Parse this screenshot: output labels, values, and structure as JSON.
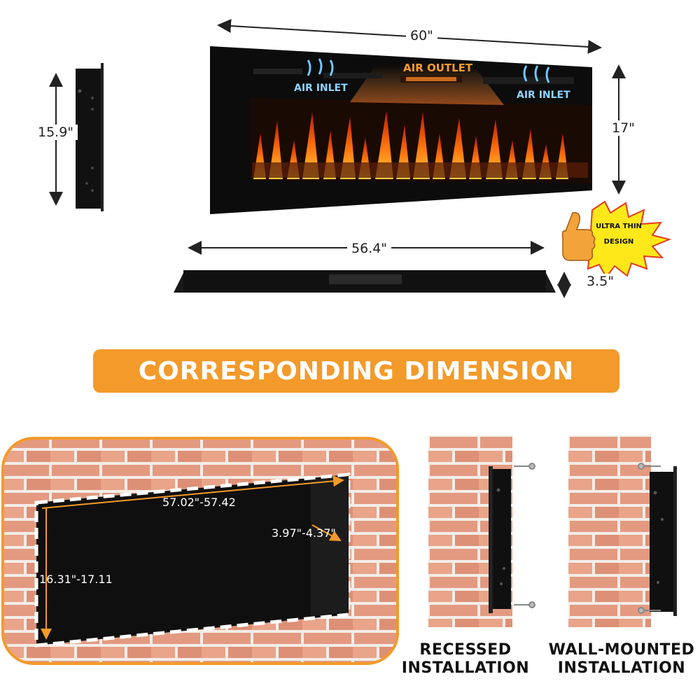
{
  "dimensions": {
    "width_top": "60\"",
    "height_side": "15.9\"",
    "height_front": "17\"",
    "width_bottom": "56.4\"",
    "depth": "3.5\""
  },
  "airflow": {
    "inlet_left": "AIR INLET",
    "outlet": "AIR OUTLET",
    "inlet_right": "AIR INLET"
  },
  "badge": {
    "line1": "ULTRA THIN",
    "line2": "DESIGN"
  },
  "banner": {
    "title": "CORRESPONDING DIMENSION"
  },
  "cutout": {
    "width": "57.02\"-57.42",
    "depth": "3.97\"-4.37\"",
    "height": "16.31\"-17.11"
  },
  "installation": {
    "recessed_line1": "RECESSED",
    "recessed_line2": "INSTALLATION",
    "wall_line1": "WALL-MOUNTED",
    "wall_line2": "INSTALLATION"
  },
  "colors": {
    "accent": "#f39a2a",
    "brick": "#e59a80",
    "mortar": "#f4eeea",
    "flame": "#ff6a10"
  }
}
